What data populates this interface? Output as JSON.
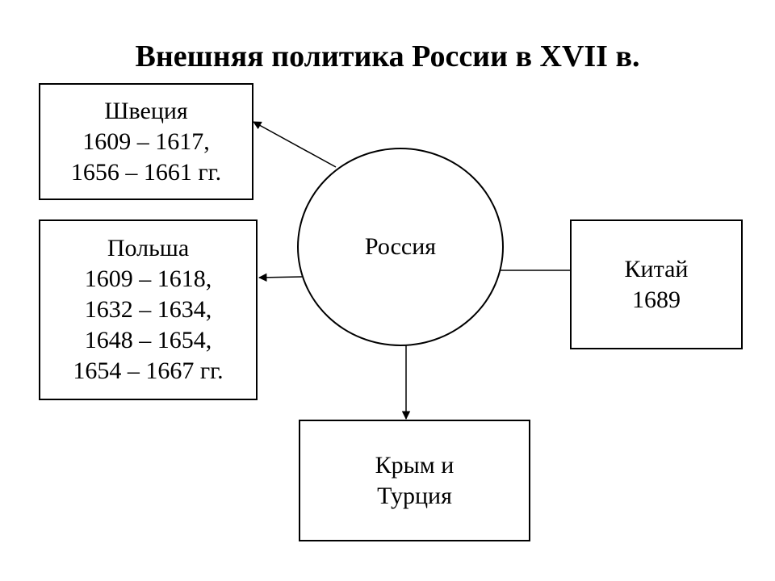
{
  "title": "Внешняя политика России в XVII в.",
  "center": {
    "label": "Россия"
  },
  "nodes": {
    "sweden": {
      "lines": [
        "Швеция",
        "1609 – 1617,",
        "1656 – 1661 гг."
      ]
    },
    "poland": {
      "lines": [
        "Польша",
        "1609 – 1618,",
        "1632 – 1634,",
        "1648 – 1654,",
        "1654 – 1667 гг."
      ]
    },
    "china": {
      "lines": [
        "Китай",
        "1689"
      ]
    },
    "crimea": {
      "lines": [
        "Крым и",
        "Турция"
      ]
    }
  },
  "colors": {
    "stroke": "#000000",
    "background": "#ffffff"
  }
}
